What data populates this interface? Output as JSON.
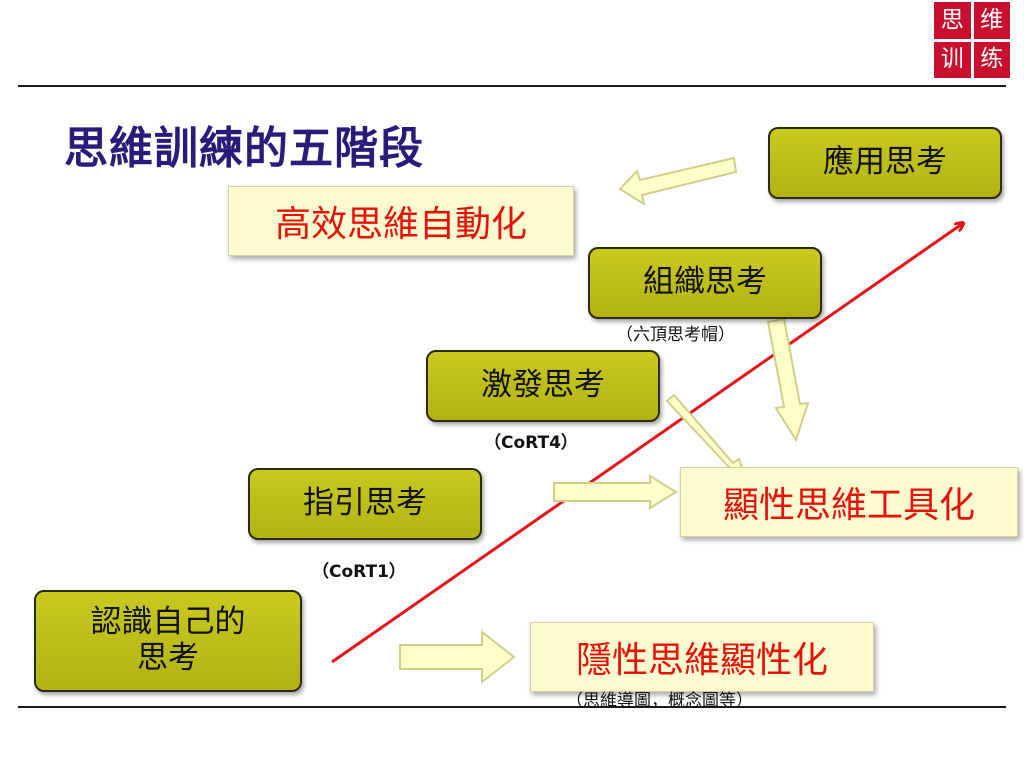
{
  "logo": [
    "思",
    "维",
    "训",
    "练"
  ],
  "title": "思維訓練的五階段",
  "stages": {
    "apply": "應用思考",
    "organize": "組織思考",
    "stimulate": "激發思考",
    "guide": "指引思考",
    "recognize_line1": "認識自己的",
    "recognize_line2": "思考"
  },
  "results": {
    "automation": "高效思維自動化",
    "tooling": "顯性思維工具化",
    "explicit": "隱性思維顯性化"
  },
  "notes": {
    "six_hats": "（六頂思考帽）",
    "cort4": "（CoRT4）",
    "cort1": "（CoRT1）",
    "mindmap": "（思維導圖，概念圖等）"
  },
  "colors": {
    "stage_fill": "#c2c21a",
    "result_fill": "#fffbd0",
    "result_text": "#e3120b",
    "title": "#2a1a7a",
    "red_arrow": "#e8121a",
    "arrow_fill": "#ffffc8"
  }
}
